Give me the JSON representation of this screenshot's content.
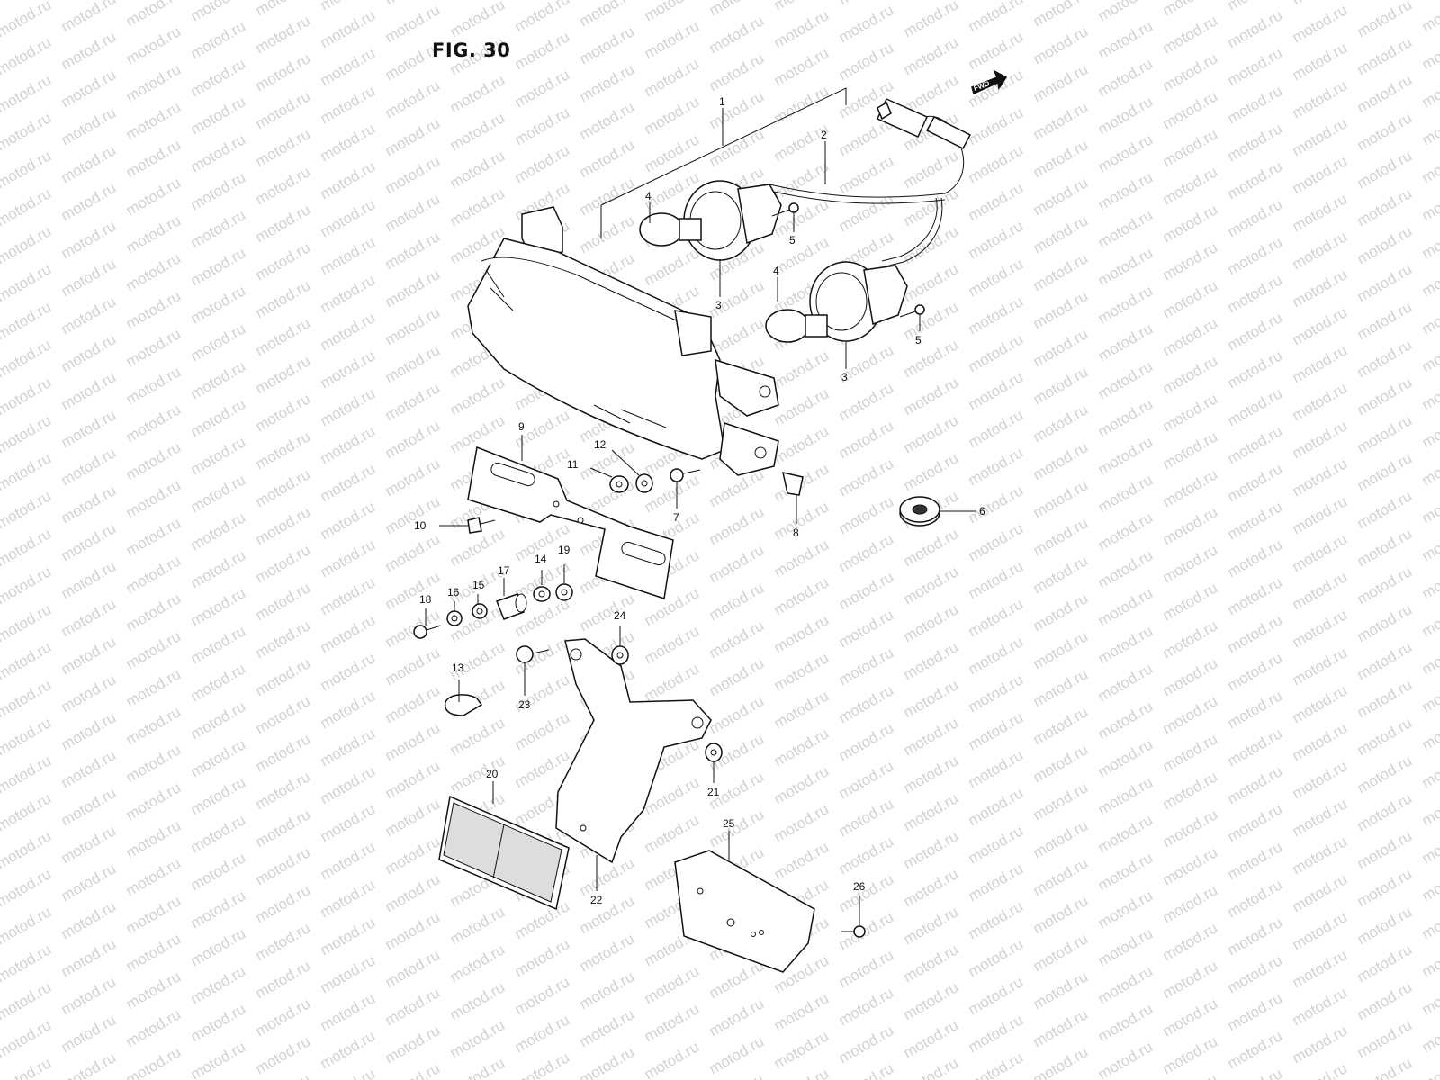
{
  "figure": {
    "title": "FIG. 30"
  },
  "fwd_arrow": {
    "label": "FWD"
  },
  "watermark": {
    "text": "motod.ru"
  },
  "callouts": [
    "1",
    "2",
    "3",
    "3",
    "4",
    "4",
    "5",
    "5",
    "6",
    "7",
    "8",
    "9",
    "10",
    "11",
    "12",
    "13",
    "14",
    "15",
    "16",
    "17",
    "18",
    "19",
    "20",
    "21",
    "22",
    "23",
    "24",
    "25",
    "26"
  ]
}
